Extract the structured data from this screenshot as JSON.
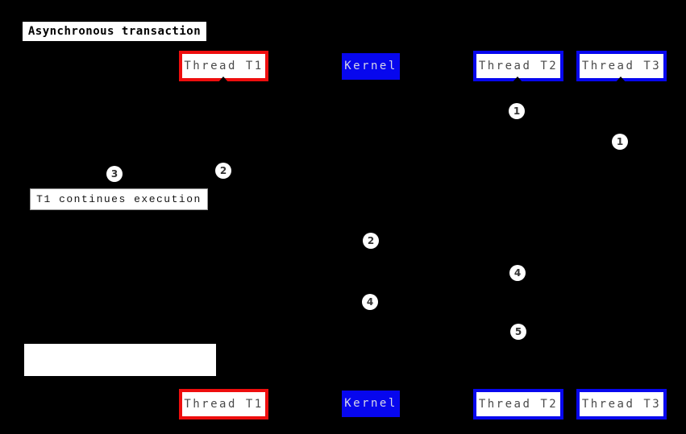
{
  "title": "Asynchronous transaction",
  "actors": {
    "t1": "Thread T1",
    "kernel": "Kernel",
    "t2": "Thread T2",
    "t3": "Thread T3"
  },
  "note": "T1 continues execution",
  "sequence_numbers": [
    {
      "label": "1"
    },
    {
      "label": "1"
    },
    {
      "label": "2"
    },
    {
      "label": "3"
    },
    {
      "label": "2"
    },
    {
      "label": "4"
    },
    {
      "label": "4"
    },
    {
      "label": "5"
    }
  ],
  "colors": {
    "background": "#000000",
    "t1_border": "#ee0e0e",
    "thread_border": "#0707ee",
    "kernel_fill": "#0707ee",
    "kernel_text": "#d7d7ea",
    "box_fill": "#ffffff",
    "box_text": "#4a4a4a",
    "title_text": "#000000",
    "circle_fill": "#ffffff",
    "circle_text": "#333333"
  }
}
